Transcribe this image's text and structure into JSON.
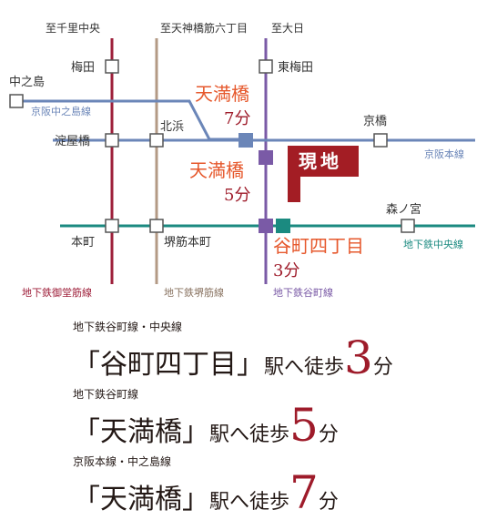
{
  "map": {
    "directions": {
      "senri_chuo": "至千里中央",
      "tenjinbashi": "至天神橋筋六丁目",
      "dainichi": "至大日"
    },
    "stations": {
      "umeda": "梅田",
      "higashi_umeda": "東梅田",
      "nakanoshima": "中之島",
      "kitahama": "北浜",
      "yodoyabashi": "淀屋橋",
      "kyobashi": "京橋",
      "hommachi": "本町",
      "sakaisuji_hommachi": "堺筋本町",
      "morinomiya": "森ノ宮"
    },
    "highlight_stations": {
      "tenmabashi_upper": {
        "name": "天満橋",
        "time": "7分"
      },
      "tenmabashi_lower": {
        "name": "天満橋",
        "time": "5分"
      },
      "tanimachi4": {
        "name": "谷町四丁目",
        "time": "3分"
      }
    },
    "lines": {
      "keihan_nakanoshima": "京阪中之島線",
      "keihan_main": "京阪本線",
      "chuo": "地下鉄中央線",
      "midosuji": "地下鉄御堂筋線",
      "sakaisuji": "地下鉄堺筋線",
      "tanimachi": "地下鉄谷町線"
    },
    "site_label": "現地",
    "colors": {
      "midosuji": "#9e1f3a",
      "sakaisuji": "#b39a85",
      "tanimachi": "#7a5aa6",
      "keihan": "#6b86b8",
      "chuo": "#1b8a80",
      "accent": "#e6582c",
      "site": "#a31d24"
    }
  },
  "access": [
    {
      "line": "地下鉄谷町線・中央線",
      "open": "「",
      "station": "谷町四丁目",
      "close": "」",
      "suffix": "駅へ徒歩",
      "minutes": "3",
      "unit": "分"
    },
    {
      "line": "地下鉄谷町線",
      "open": "「",
      "station": "天満橋",
      "close": "」",
      "suffix": "駅へ徒歩",
      "minutes": "5",
      "unit": "分"
    },
    {
      "line": "京阪本線・中之島線",
      "open": "「",
      "station": "天満橋",
      "close": "」",
      "suffix": "駅へ徒歩",
      "minutes": "7",
      "unit": "分"
    }
  ]
}
